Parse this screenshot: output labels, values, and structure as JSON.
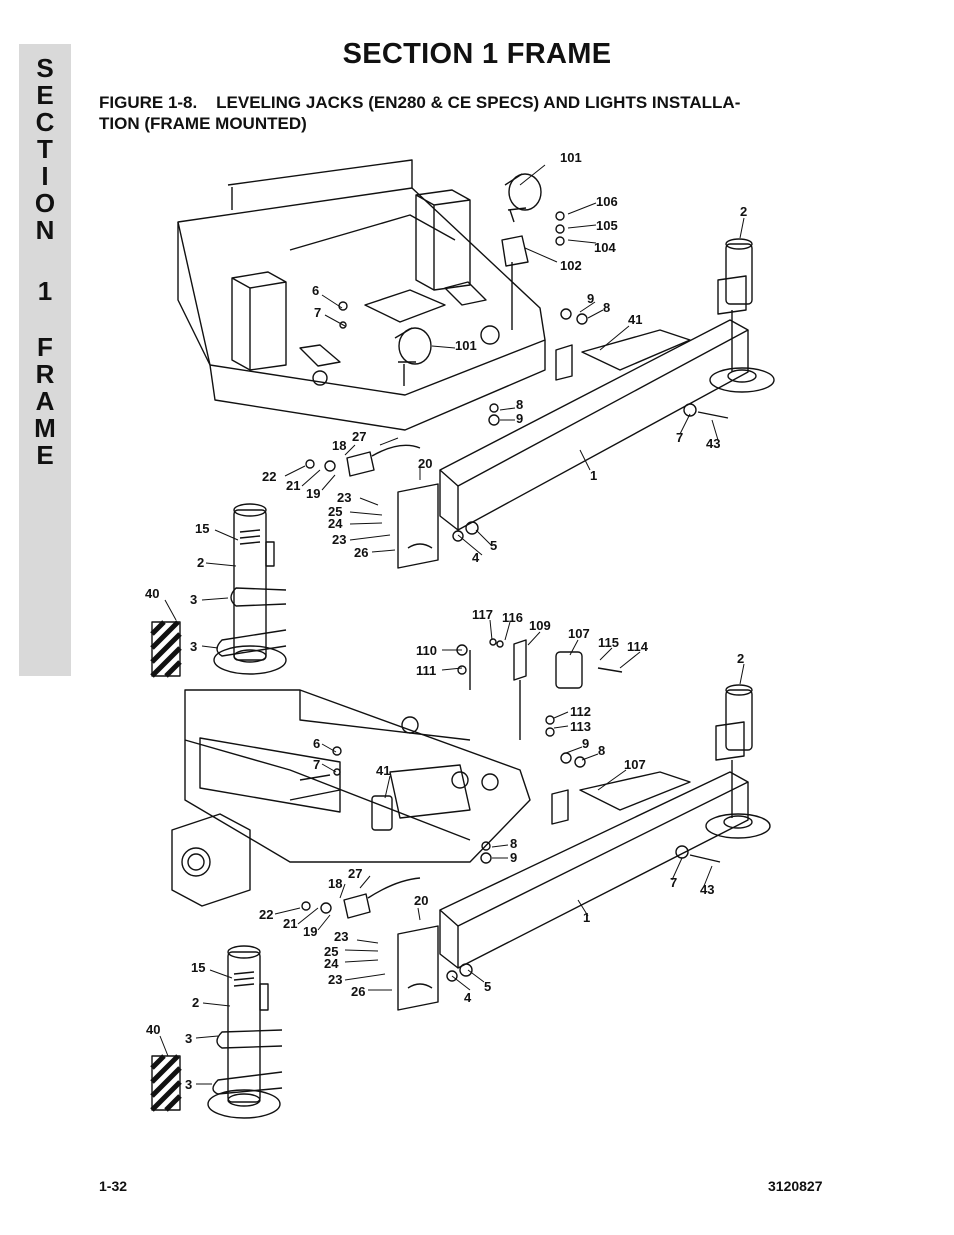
{
  "side_tab": {
    "letters": [
      "S",
      "E",
      "C",
      "T",
      "I",
      "O",
      "N",
      "1",
      "F",
      "R",
      "A",
      "M",
      "E"
    ]
  },
  "header": {
    "title": "SECTION 1  FRAME",
    "figure_title_line1": "FIGURE 1-8.    LEVELING JACKS (EN280 & CE SPECS) AND LIGHTS INSTALLA-",
    "figure_title_line2": "TION (FRAME MOUNTED)"
  },
  "diagram_top": {
    "callouts": [
      "101",
      "106",
      "105",
      "104",
      "102",
      "2",
      "6",
      "7",
      "9",
      "8",
      "41",
      "101",
      "8",
      "9",
      "7",
      "43",
      "27",
      "18",
      "20",
      "22",
      "21",
      "19",
      "23",
      "25",
      "24",
      "23",
      "26",
      "1",
      "15",
      "2",
      "4",
      "5",
      "40",
      "3",
      "3"
    ]
  },
  "diagram_bottom": {
    "callouts": [
      "117",
      "116",
      "109",
      "107",
      "115",
      "114",
      "2",
      "110",
      "111",
      "112",
      "113",
      "6",
      "7",
      "9",
      "8",
      "41",
      "107",
      "8",
      "9",
      "27",
      "18",
      "20",
      "22",
      "21",
      "19",
      "7",
      "43",
      "1",
      "23",
      "25",
      "24",
      "23",
      "26",
      "15",
      "2",
      "4",
      "5",
      "40",
      "3",
      "3"
    ]
  },
  "footer": {
    "page_number": "1-32",
    "document_number": "3120827"
  }
}
